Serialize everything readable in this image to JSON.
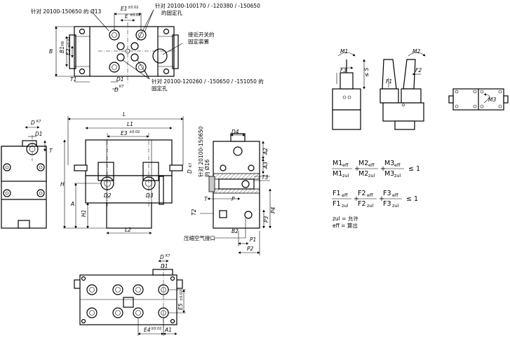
{
  "note_top_left": "针对 20100-150650 的 Ø13",
  "note_top_right_1": "针对 20100-100170 / -120380 / -150650",
  "note_top_right_2": "的固定孔",
  "note_sensor_1": "接近开关的",
  "note_sensor_2": "固定装置",
  "note_bottom_1": "针对 20100-120260 / -150650 / -151050 的",
  "note_bottom_2": "固定孔",
  "note_vertical_1": "针对 20100-150650",
  "note_vertical_2": "的 Ø16",
  "note_air": "压缩空气接口",
  "labels": {
    "E1": "E1",
    "E1_tol": "±0.02",
    "E": "E",
    "E_tol": "±0.02",
    "B": "B",
    "B1": "B1",
    "B1_tol": "H8",
    "E2": "E2",
    "E2_tol": "±0.02",
    "T1": "T1",
    "D1": "D1",
    "D": "D",
    "D_tol": "K7",
    "L": "L",
    "L1": "L1",
    "E3": "E3",
    "E3_tol": "±0.02",
    "H": "H",
    "A": "A",
    "H1": "H1",
    "L2": "L2",
    "D2": "D2",
    "D3": "D3",
    "T": "T",
    "D4": "D4",
    "A2": "A2",
    "A3": "A3",
    "T3": "T3",
    "P": "P",
    "T2": "T2",
    "P4": "P4",
    "P3": "P3",
    "B2": "B2",
    "P1": "P1",
    "P2": "P2",
    "E5": "E5",
    "E5_tol": "±0.02",
    "E4": "E4",
    "E4_tol": "±0.02",
    "A1": "A1",
    "M1": "M1",
    "M2": "M2",
    "M3": "M3",
    "F1": "F1",
    "F2": "F2",
    "F3": "F3",
    "S": "S",
    "SS": "≤ S"
  },
  "formula": {
    "m1": "M1",
    "m2": "M2",
    "m3": "M3",
    "f1": "F1",
    "f2": "F2",
    "f3": "F3",
    "eff": "eff",
    "zul": "zul",
    "plus": "+",
    "le1": "≤ 1"
  },
  "legend": {
    "zul": "zul = 允许",
    "eff": "eff = 算出"
  }
}
